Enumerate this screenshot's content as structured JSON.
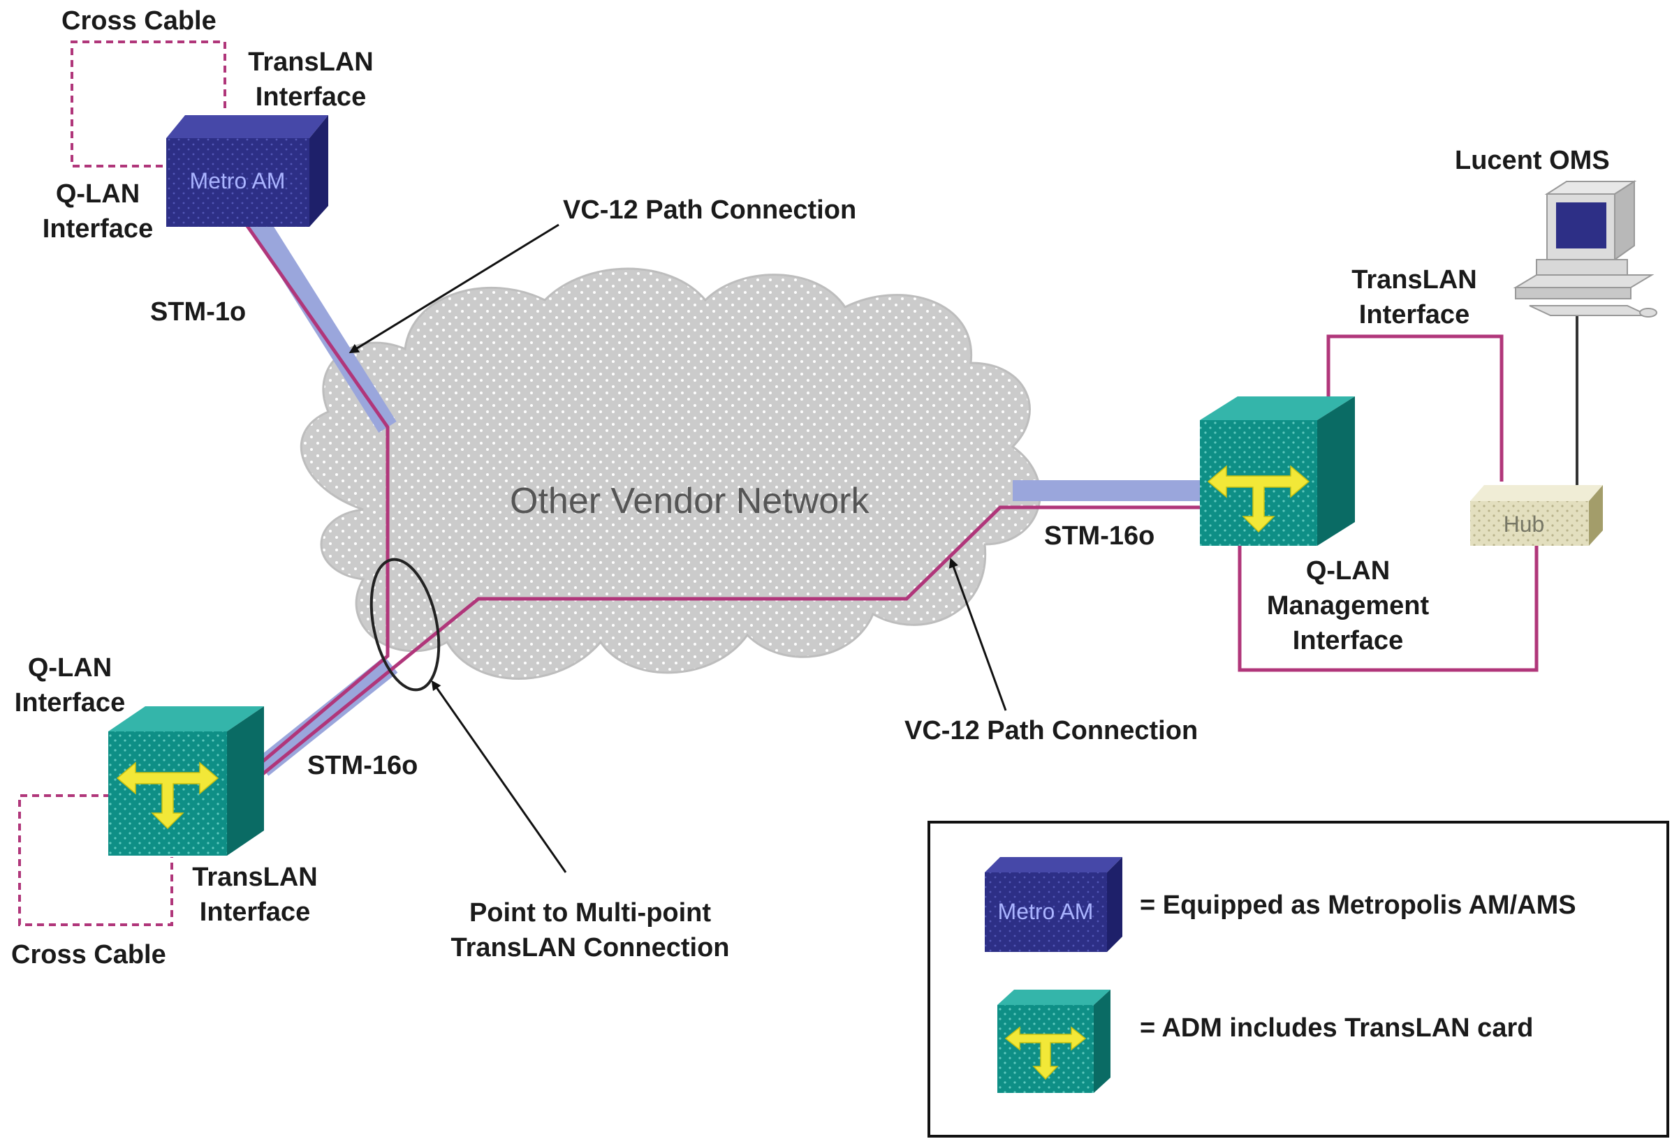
{
  "cloud": {
    "label": "Other Vendor Network"
  },
  "devices": {
    "metro_am": {
      "label": "Metro  AM"
    },
    "hub": {
      "label": "Hub"
    },
    "oms": {
      "label": "Lucent OMS"
    }
  },
  "labels": {
    "cross_cable_top": "Cross Cable",
    "translan_top_1": "TransLAN",
    "translan_top_2": "Interface",
    "qlan_top_1": "Q-LAN",
    "qlan_top_2": "Interface",
    "vc12_top": "VC-12 Path Connection",
    "stm1o": "STM-1o",
    "translan_right_1": "TransLAN",
    "translan_right_2": "Interface",
    "stm16o_right": "STM-16o",
    "qlan_mgmt_1": "Q-LAN",
    "qlan_mgmt_2": "Management",
    "qlan_mgmt_3": "Interface",
    "qlan_left_1": "Q-LAN",
    "qlan_left_2": "Interface",
    "stm16o_left": "STM-16o",
    "vc12_bottom": "VC-12 Path Connection",
    "translan_left_1": "TransLAN",
    "translan_left_2": "Interface",
    "cross_cable_bottom": "Cross Cable",
    "p2mp_1": "Point to Multi-point",
    "p2mp_2": "TransLAN Connection"
  },
  "legend": {
    "metro_label": "Metro  AM",
    "metro_text": "= Equipped as Metropolis AM/AMS",
    "adm_text": "= ADM includes TransLAN card"
  },
  "colors": {
    "metro_box": "#2d2f86",
    "adm_box": "#0e8f86",
    "arrow": "#f2e838",
    "path": "#b0367a",
    "cable": "#9aa6dc",
    "cloud": "#cfcfcf",
    "hub": "#e6e2c4"
  }
}
